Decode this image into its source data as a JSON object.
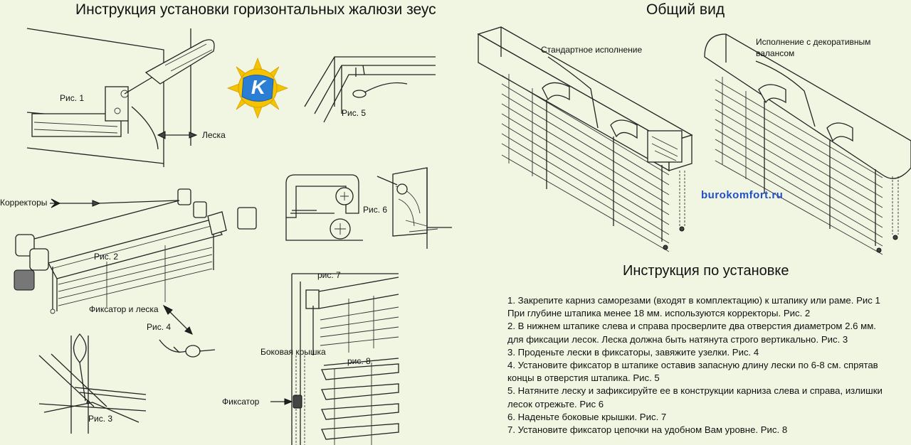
{
  "header": {
    "main_title": "Инструкция установки горизонтальных жалюзи зеус",
    "overview_title": "Общий вид"
  },
  "logo": {
    "letter": "K",
    "sun_color": "#f5c400",
    "badge_color": "#2a7fd4"
  },
  "labels": {
    "fig1": "Рис. 1",
    "leska": "Леска",
    "fig5": "Рис. 5",
    "korrektory": "Корректоры",
    "fig6": "Рис. 6",
    "fig2": "Рис. 2",
    "fiksator_i_leska": "Фиксатор и леска",
    "fig4": "Рис. 4",
    "fig7": "рис. 7",
    "side_cap": "Боковая крышка",
    "fig8": "рис. 8",
    "fig3": "Рис. 3",
    "fiksator": "Фиксатор"
  },
  "overview": {
    "standard": "Стандартное исполнение",
    "decorative_line1": "Исполнение с декоративным",
    "decorative_line2": "валансом",
    "brand": "burokomfort.ru"
  },
  "instructions": {
    "title": "Инструкция по установке",
    "lines": [
      "1. Закрепите карниз саморезами (входят в комплектацию) к штапику или раме. Рис 1",
      "При глубине штапика менее 18 мм. используются корректоры. Рис. 2",
      "2. В нижнем штапике слева и справа просверлите два отверстия диаметром 2.6 мм.",
      "для фиксации лесок. Леска должна быть натянута строго вертикально. Рис. 3",
      "3. Проденьте лески в фиксаторы, завяжите узелки. Рис. 4",
      "4. Установите фиксатор в штапике оставив запасную длину лески по 6-8 см. спрятав",
      "концы в отверстия штапика. Рис. 5",
      "5. Натяните леску и зафиксируйте ее в конструкции карниза слева и справа, излишки",
      "лесок отрежьте. Рис 6",
      "6. Наденьте боковые крышки. Рис. 7",
      "7. Установите фиксатор цепочки на удобном Вам уровне. Рис. 8"
    ]
  }
}
